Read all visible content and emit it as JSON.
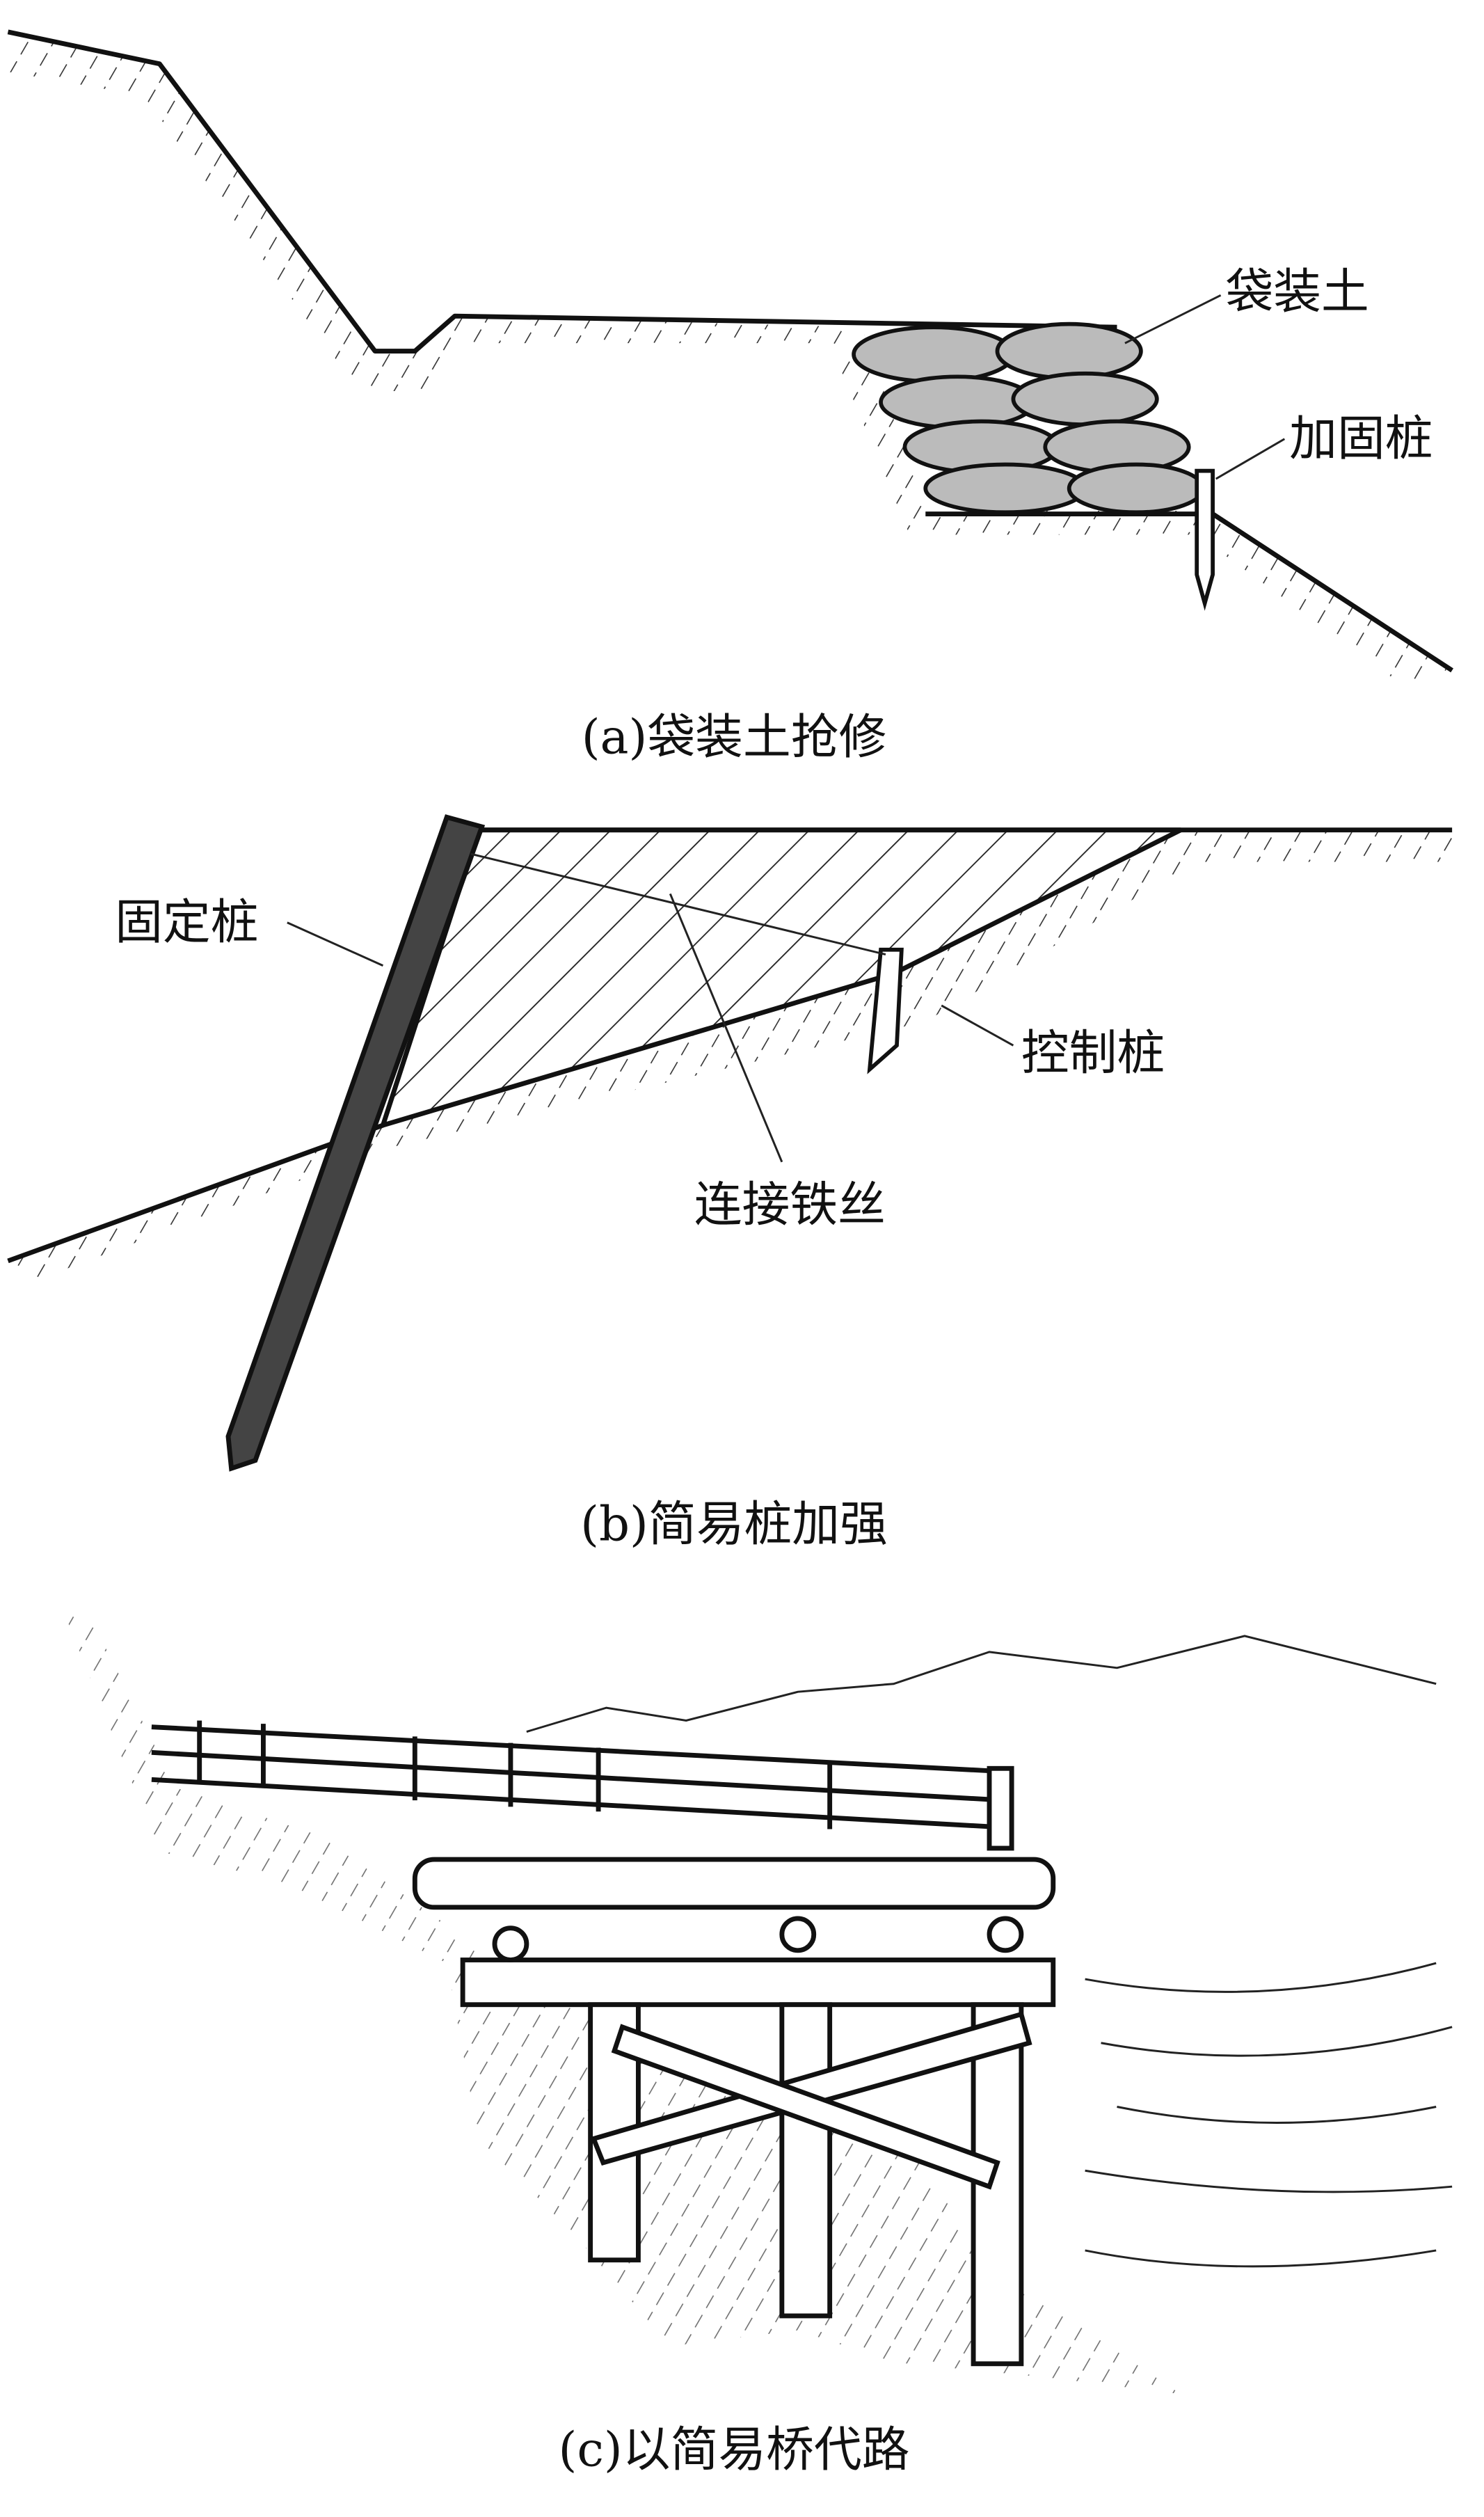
{
  "panel_a": {
    "caption": "(a)袋装土抢修",
    "labels": {
      "sandbags": "袋装土",
      "reinforcing_pile": "加固桩"
    }
  },
  "panel_b": {
    "caption": "(b)简易桩加强",
    "labels": {
      "fixed_pile": "固定桩",
      "control_pile": "控制桩",
      "connecting_wire": "连接铁丝"
    }
  },
  "panel_c": {
    "caption": "(c)以简易桥代路"
  }
}
